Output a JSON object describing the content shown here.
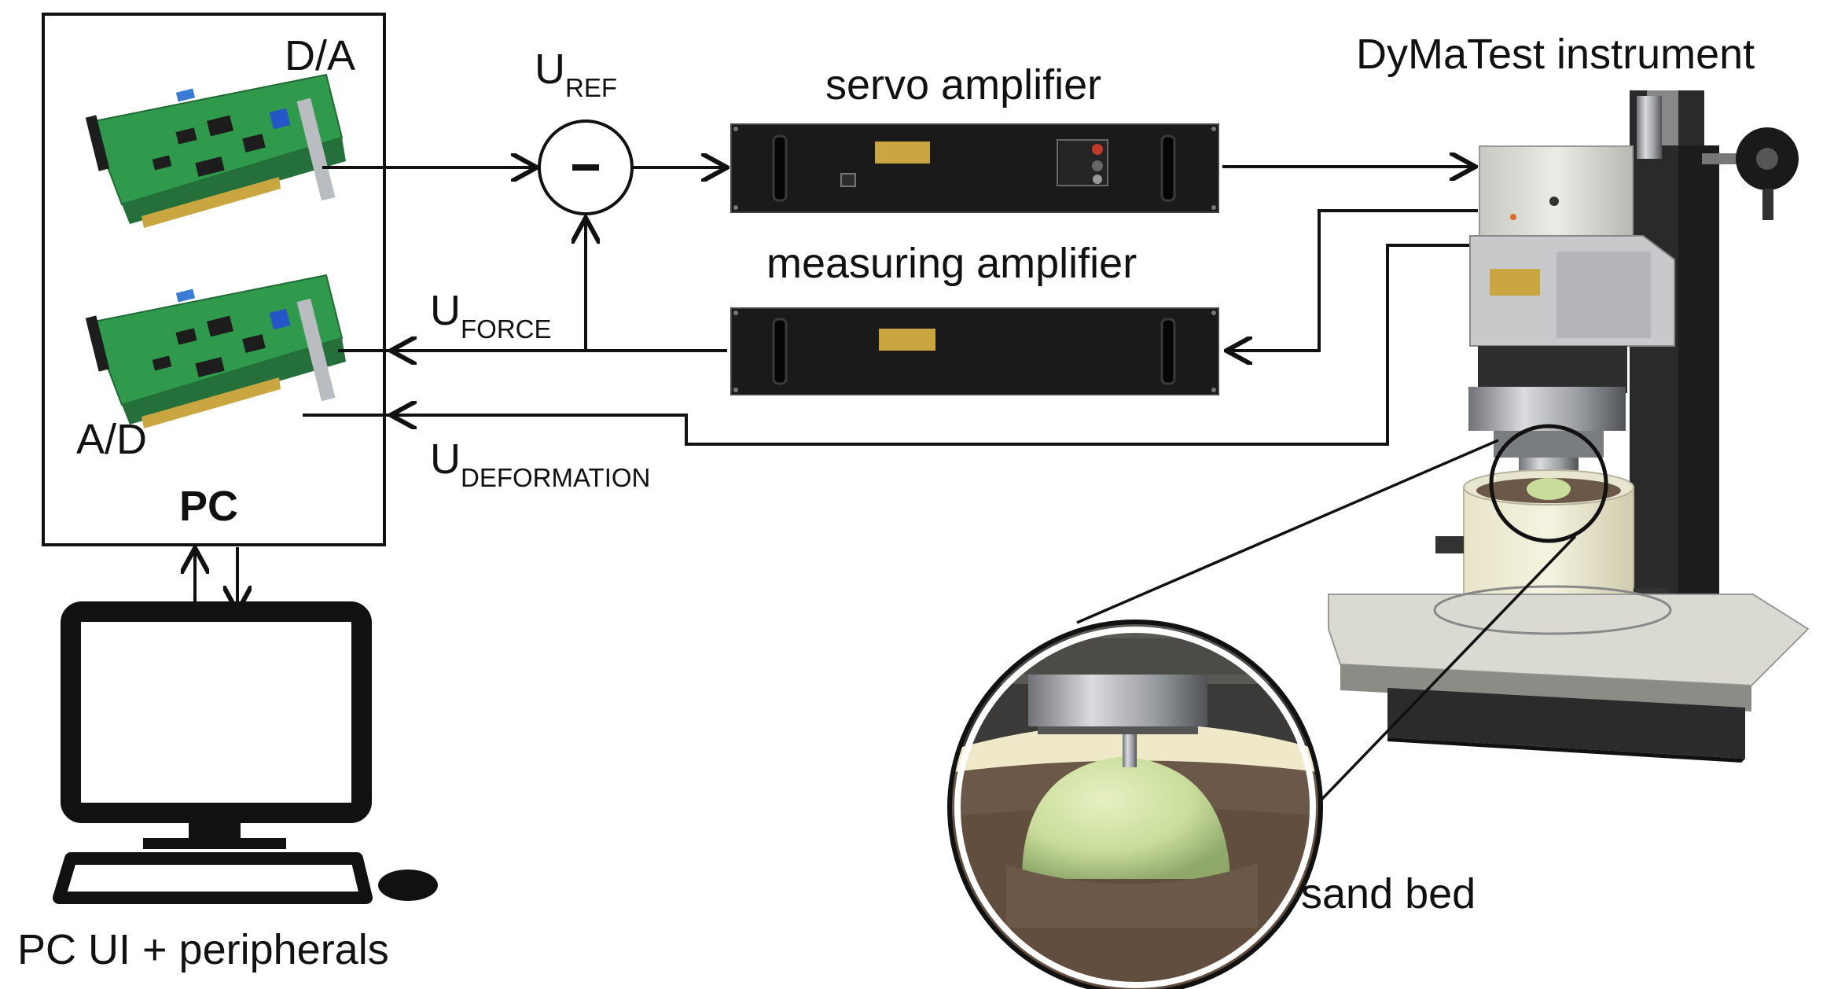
{
  "labels": {
    "da": "D/A",
    "ad": "A/D",
    "pc": "PC",
    "pc_ui": "PC UI + peripherals",
    "u_main": "U",
    "ref_sub": "REF",
    "force_sub": "FORCE",
    "deformation_sub": "DEFORMATION",
    "minus": "−",
    "servo": "servo amplifier",
    "measuring": "measuring amplifier",
    "instrument": "DyMaTest instrument",
    "sand_bed": "sand bed"
  },
  "colors": {
    "line": "#111111",
    "pcb_green": "#2f9a4c",
    "chip": "#1d1d1d",
    "gold": "#c9a640",
    "rack": "#1a1a1a",
    "apple": "#c9dd9a",
    "sand": "#6b5848",
    "metal": "#b6b9bd",
    "housing": "#dcdcd4"
  },
  "icons": [
    "pcb-card-icon",
    "monitor-icon",
    "keyboard-icon",
    "mouse-icon",
    "rack-amplifier-icon",
    "testing-machine-photo",
    "sand-bed-closeup-photo"
  ]
}
